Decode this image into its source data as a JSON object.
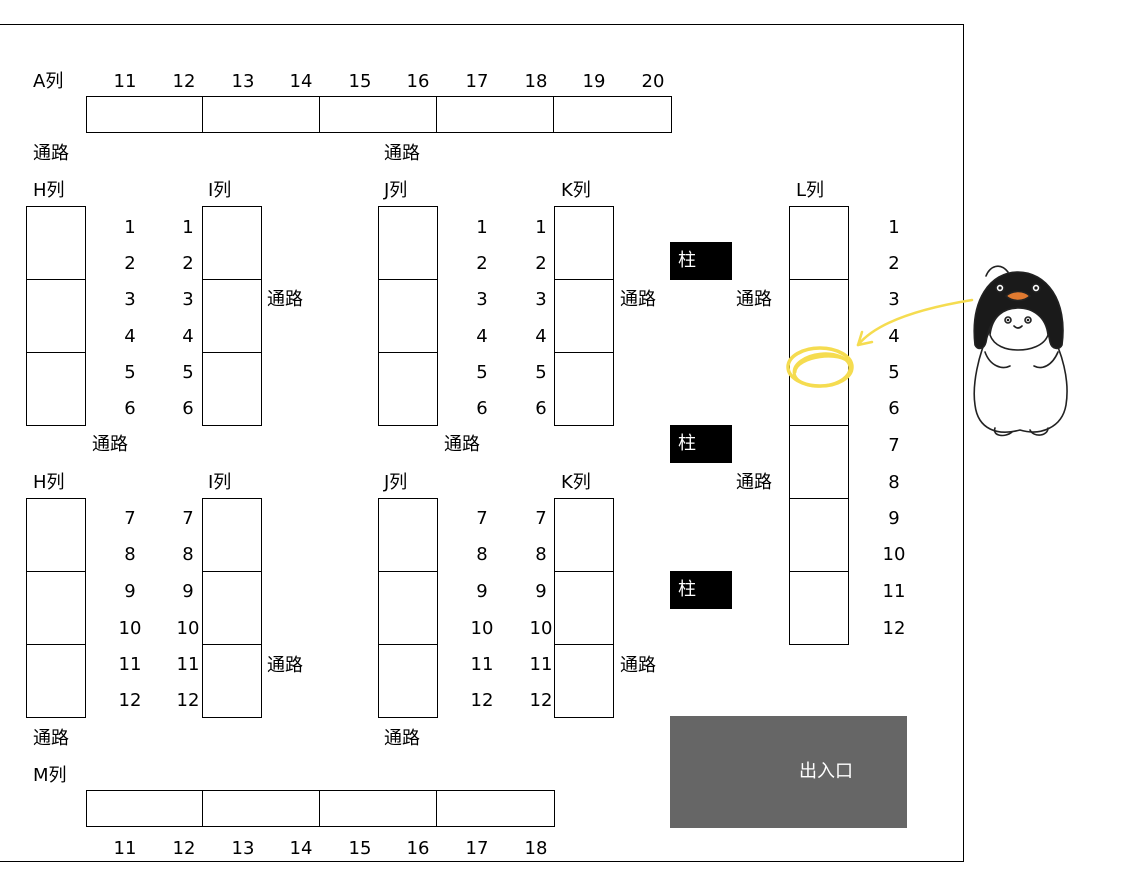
{
  "row_labels": {
    "a": "A列",
    "h": "H列",
    "i": "I列",
    "j": "J列",
    "k": "K列",
    "l": "L列",
    "m": "M列"
  },
  "aisle_label": "通路",
  "pillar_label": "柱",
  "entrance_label": "出入口",
  "seat_numbers": {
    "a": [
      "11",
      "12",
      "13",
      "14",
      "15",
      "16",
      "17",
      "18",
      "19",
      "20"
    ],
    "m": [
      "11",
      "12",
      "13",
      "14",
      "15",
      "16",
      "17",
      "18"
    ],
    "block_upper": [
      "1",
      "2",
      "3",
      "4",
      "5",
      "6"
    ],
    "block_lower": [
      "7",
      "8",
      "9",
      "10",
      "11",
      "12"
    ],
    "l": [
      "1",
      "2",
      "3",
      "4",
      "5",
      "6",
      "7",
      "8",
      "9",
      "10",
      "11",
      "12"
    ]
  },
  "colors": {
    "line": "#000000",
    "pillar": "#000000",
    "entrance": "#666666",
    "highlight": "#f5dc50",
    "background": "#ffffff"
  },
  "annotations": {
    "highlight_marker": "yellow-circle",
    "arrow": "yellow-arrow",
    "character": "penguin-costume-character"
  }
}
